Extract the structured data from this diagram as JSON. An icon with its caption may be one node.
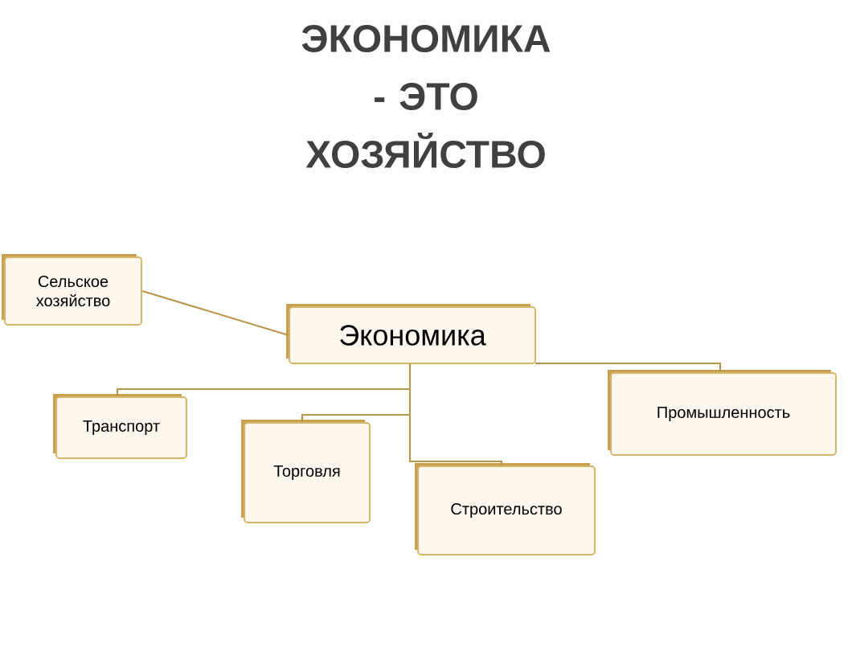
{
  "diagram": {
    "title": "ЭКОНОМИКА - ЭТО ХОЗЯЙСТВО",
    "nodes": [
      {
        "text": [
          "Сельское хозяйство"
        ]
      },
      {
        "text": [
          "Экономика"
        ]
      },
      {
        "text": [
          "Транспорт"
        ]
      },
      {
        "text": [
          "Торговля"
        ]
      },
      {
        "text": [
          "Строительство"
        ]
      },
      {
        "text": [
          "Промышленность"
        ]
      }
    ],
    "edges": [
      {
        "from": 0,
        "to": 1,
        "arrow": "none"
      },
      {
        "from": 1,
        "to": 2,
        "arrow": "none"
      },
      {
        "from": 1,
        "to": 3,
        "arrow": "none"
      },
      {
        "from": 1,
        "to": 4,
        "arrow": "none"
      },
      {
        "from": 1,
        "to": 5,
        "arrow": "none"
      }
    ]
  }
}
